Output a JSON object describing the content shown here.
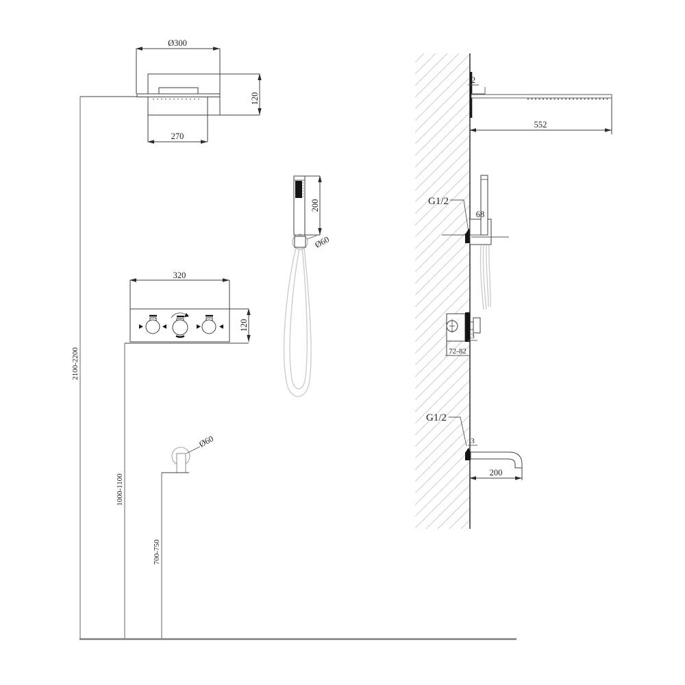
{
  "front_view": {
    "shower_head": {
      "diameter": "Ø300",
      "depth": "120",
      "width": "270"
    },
    "hand_shower": {
      "length": "200",
      "holder_diameter": "Ø60"
    },
    "mixer_panel": {
      "width": "320",
      "height": "120"
    },
    "supply_elbow": {
      "diameter": "Ø60"
    },
    "mounting_heights": {
      "shower_head": "2100-2200",
      "mixer_panel": "1000-1100",
      "supply_elbow": "700-750"
    }
  },
  "side_view": {
    "wall": {
      "hatch_color": "#cccccc"
    },
    "shower_head": {
      "plate_thickness": "2",
      "length": "552"
    },
    "hand_shower": {
      "thread_label": "G1/2",
      "holder_depth": "68"
    },
    "mixer_valve": {
      "wall_clearance": "3",
      "rough_in_depth": "72-82"
    },
    "tub_spout": {
      "thread_label": "G1/2",
      "wall_clearance": "3",
      "length": "200"
    }
  }
}
